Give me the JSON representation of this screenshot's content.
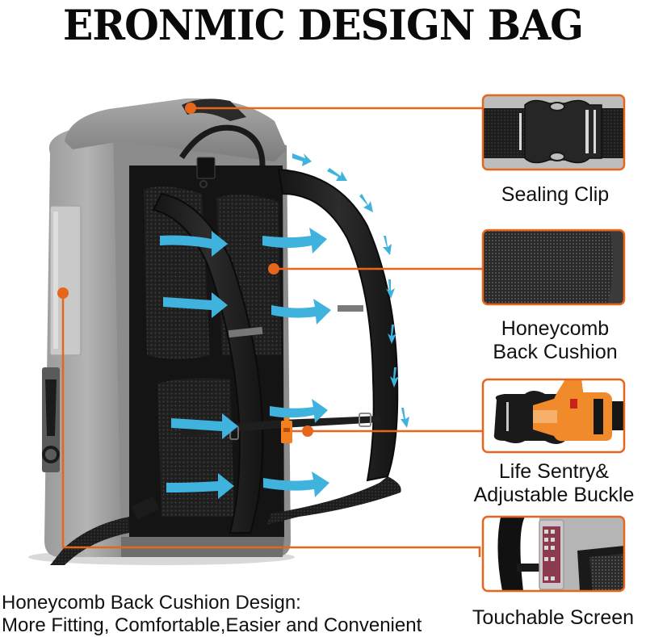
{
  "title": "ERONMIC DESIGN BAG",
  "colors": {
    "accent_orange": "#e8661c",
    "airflow_blue": "#3fb3dd",
    "bag_gray": "#8e8e8e",
    "bag_dark": "#1c1c1c"
  },
  "features": [
    {
      "id": "sealing-clip",
      "label": "Sealing Clip",
      "thumbnail": "black side-release buckle on webbing"
    },
    {
      "id": "honeycomb-back-cushion",
      "label_line1": "Honeycomb",
      "label_line2": "Back Cushion",
      "thumbnail": "dark honeycomb mesh"
    },
    {
      "id": "life-sentry-buckle",
      "label_line1": "Life Sentry&",
      "label_line2": "Adjustable Buckle",
      "thumbnail": "orange whistle buckle"
    },
    {
      "id": "touchable-screen",
      "label": "Touchable Screen",
      "thumbnail": "phone inside clear window pocket"
    }
  ],
  "caption": {
    "line1": "Honeycomb Back Cushion Design:",
    "line2": "More Fitting, Comfortable,Easier and Convenient"
  },
  "product_image": "gray roll-top dry backpack with black padded shoulder straps, blue airflow arrows"
}
